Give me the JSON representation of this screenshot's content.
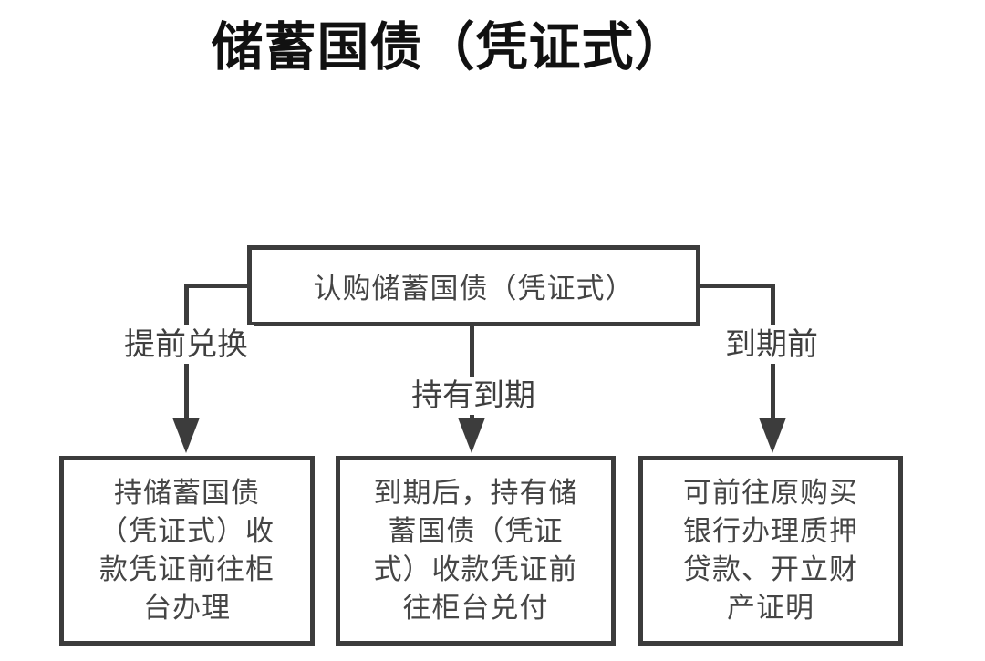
{
  "title": "储蓄国债（凭证式）",
  "flowchart": {
    "root_label": "认购储蓄国债（凭证式）",
    "branches": [
      {
        "edge_label": "提前兑换",
        "node_text": "持储蓄国债\n（凭证式）收\n款凭证前往柜\n台办理"
      },
      {
        "edge_label": "持有到期",
        "node_text": "到期后，持有储\n蓄国债（凭证\n式）收款凭证前\n往柜台兑付"
      },
      {
        "edge_label": "到期前",
        "node_text": "可前往原购买\n银行办理质押\n贷款、开立财\n产证明"
      }
    ]
  },
  "colors": {
    "line": "#3c3c3c",
    "box_text": "#454545",
    "title_text": "#111111",
    "background": "#ffffff"
  }
}
